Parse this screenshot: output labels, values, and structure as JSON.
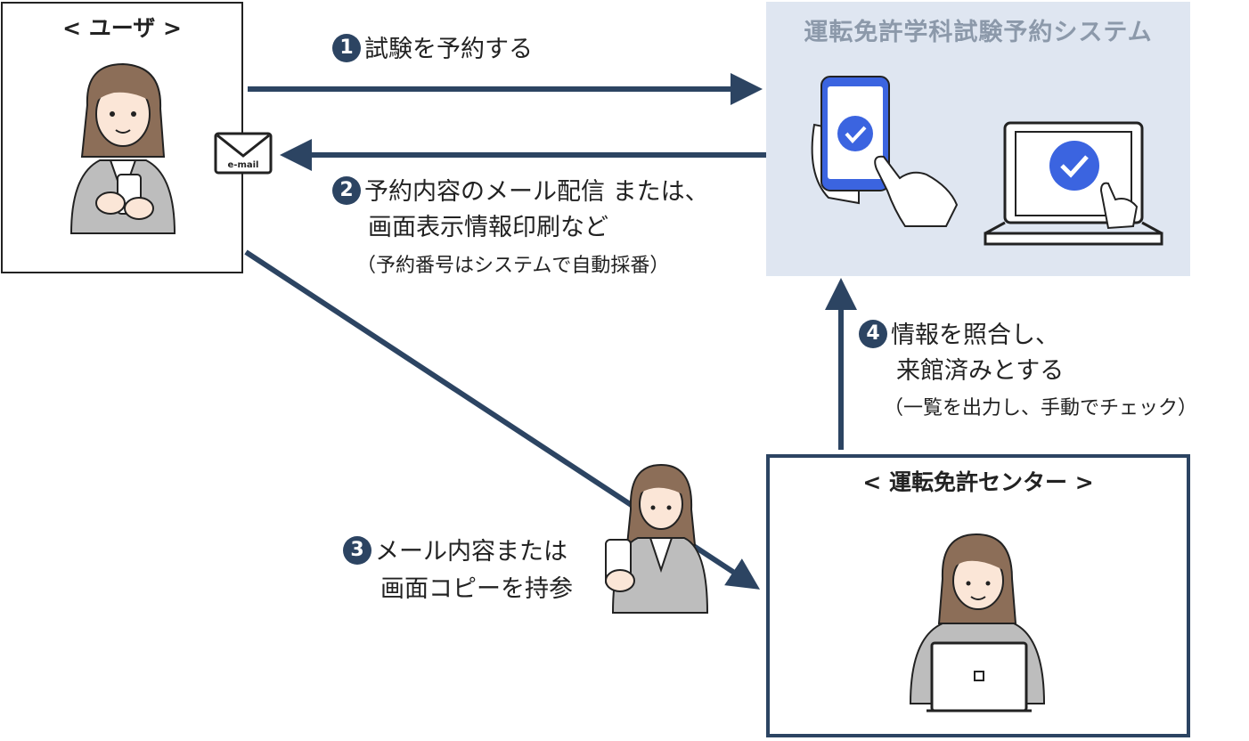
{
  "user_box": {
    "title": "< ユーザ >"
  },
  "system_box": {
    "title": "運転免許学科試験予約システム"
  },
  "center_box": {
    "title": "< 運転免許センター >"
  },
  "email_icon": {
    "label": "e-mail"
  },
  "steps": [
    {
      "num": "1",
      "lines": [
        "試験を予約する"
      ],
      "note": ""
    },
    {
      "num": "2",
      "lines": [
        "予約内容のメール配信 または、",
        "画面表示情報印刷など"
      ],
      "note": "（予約番号はシステムで自動採番）"
    },
    {
      "num": "3",
      "lines": [
        "メール内容または",
        "画面コピーを持参"
      ],
      "note": ""
    },
    {
      "num": "4",
      "lines": [
        "情報を照合し、",
        "来館済みとする"
      ],
      "note": "（一覧を出力し、手動でチェック）"
    }
  ],
  "colors": {
    "arrow": "#2c4462",
    "system_bg": "#dfe6f1",
    "check_blue": "#3b64e0",
    "person_hair": "#8c6e58",
    "person_skin": "#fbe6d7"
  }
}
